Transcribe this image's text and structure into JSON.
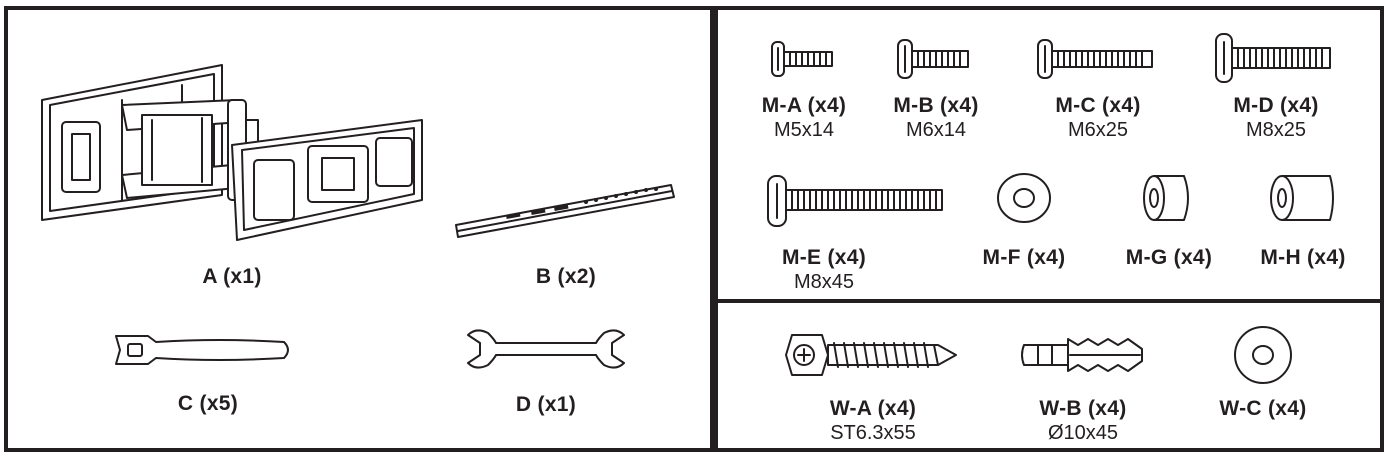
{
  "parts_left": [
    {
      "id": "A",
      "label": "A (x1)",
      "icon": "wall-mount-arm-icon"
    },
    {
      "id": "B",
      "label": "B (x2)",
      "icon": "mounting-bracket-icon"
    },
    {
      "id": "C",
      "label": "C (x5)",
      "icon": "cable-tie-icon"
    },
    {
      "id": "D",
      "label": "D (x1)",
      "icon": "wrench-icon"
    }
  ],
  "screws": [
    {
      "label": "M-A (x4)",
      "spec": "M5x14",
      "icon": "screw-icon"
    },
    {
      "label": "M-B (x4)",
      "spec": "M6x14",
      "icon": "screw-icon"
    },
    {
      "label": "M-C (x4)",
      "spec": "M6x25",
      "icon": "screw-icon"
    },
    {
      "label": "M-D (x4)",
      "spec": "M8x25",
      "icon": "screw-icon"
    },
    {
      "label": "M-E (x4)",
      "spec": "M8x45",
      "icon": "screw-icon"
    },
    {
      "label": "M-F (x4)",
      "spec": "",
      "icon": "washer-icon"
    },
    {
      "label": "M-G (x4)",
      "spec": "",
      "icon": "spacer-icon"
    },
    {
      "label": "M-H (x4)",
      "spec": "",
      "icon": "spacer-icon"
    }
  ],
  "wall_hardware": [
    {
      "label": "W-A (x4)",
      "spec": "ST6.3x55",
      "icon": "lag-bolt-icon"
    },
    {
      "label": "W-B (x4)",
      "spec": "Ø10x45",
      "icon": "wall-anchor-icon"
    },
    {
      "label": "W-C (x4)",
      "spec": "",
      "icon": "washer-icon"
    }
  ]
}
